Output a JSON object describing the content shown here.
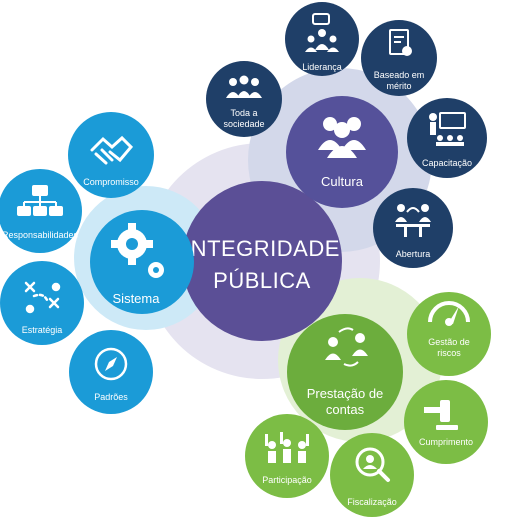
{
  "center": {
    "line1": "INTEGRIDADE",
    "line2": "PÚBLICA"
  },
  "clusters": {
    "sistema": {
      "label": "Sistema",
      "items": {
        "compromisso": "Compromisso",
        "responsabilidades": "Responsabilidades",
        "estrategia": "Estratégia",
        "padroes": "Padrões"
      }
    },
    "cultura": {
      "label": "Cultura",
      "items": {
        "lideranca": "Liderança",
        "merito_1": "Baseado em",
        "merito_2": "mérito",
        "capacitacao": "Capacitação",
        "abertura": "Abertura",
        "sociedade_1": "Toda a",
        "sociedade_2": "sociedade"
      }
    },
    "prestacao": {
      "label_1": "Prestação de",
      "label_2": "contas",
      "items": {
        "riscos_1": "Gestão de",
        "riscos_2": "riscos",
        "cumprimento": "Cumprimento",
        "fiscalizacao": "Fiscalização",
        "participacao": "Participação"
      }
    }
  },
  "colors": {
    "center": "#5b4f96",
    "halo": "#e5e3f0",
    "sistema": "#1b9bd7",
    "sistema_halo": "#cde9f7",
    "cultura": "#55519a",
    "cultura_node": "#1f3f68",
    "cultura_halo": "#d3d8ea",
    "prestacao": "#6cad3d",
    "prestacao_node": "#7cbd45",
    "prestacao_halo": "#e3f0d5"
  }
}
